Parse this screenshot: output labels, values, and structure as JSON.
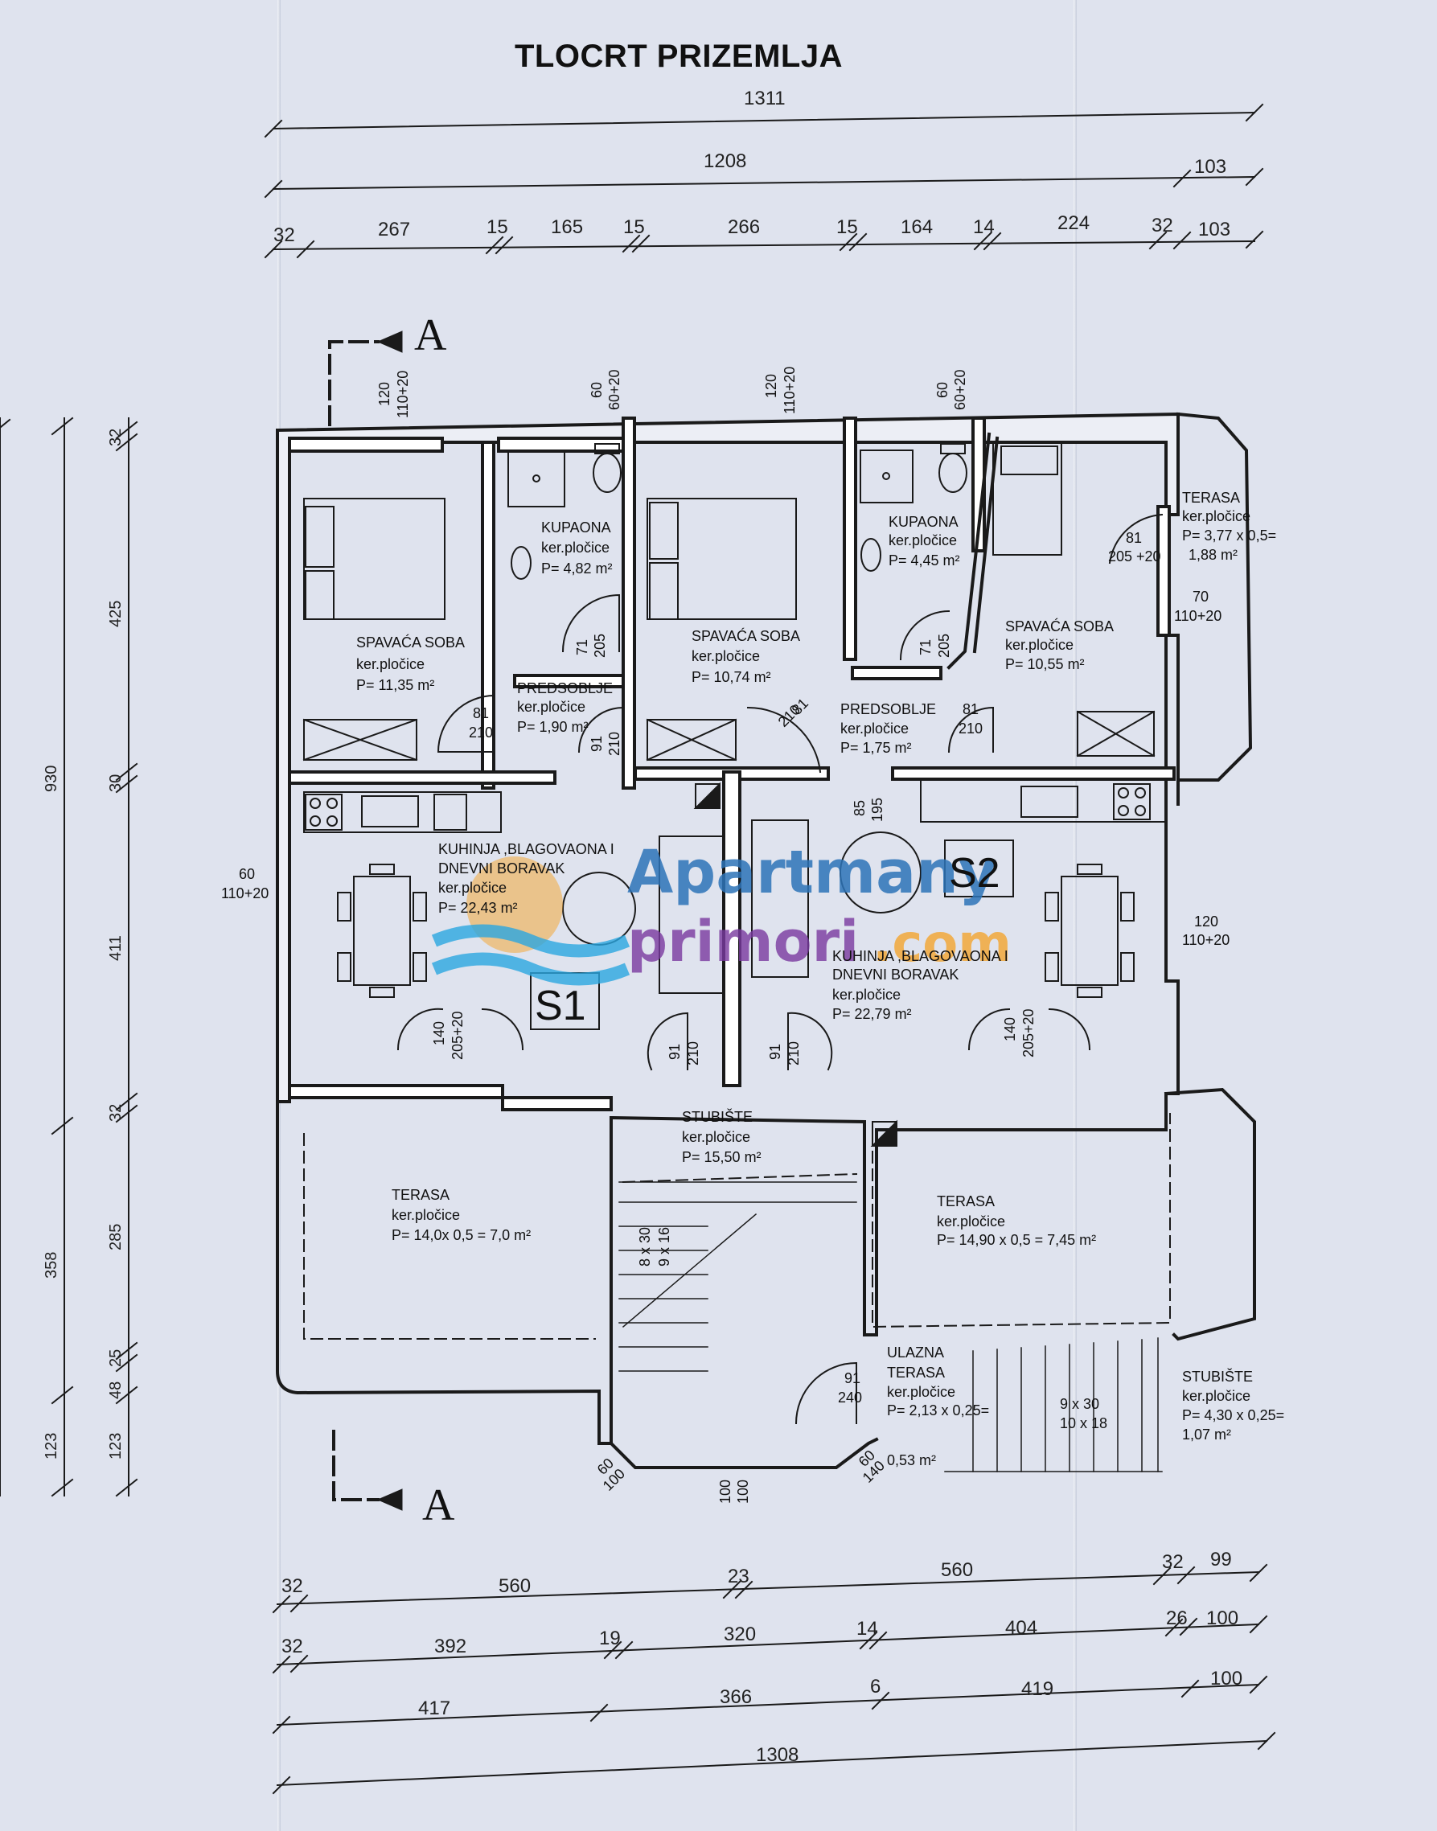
{
  "title": "TLOCRT PRIZEMLJA",
  "dims": {
    "top1": [
      "1311"
    ],
    "top2": [
      "1208",
      "103"
    ],
    "top3": [
      "32",
      "267",
      "15",
      "165",
      "15",
      "266",
      "15",
      "164",
      "14",
      "224",
      "32",
      "103"
    ],
    "left_outer": [
      "930",
      "358"
    ],
    "left_mid": [
      "32",
      "425",
      "30",
      "411",
      "32",
      "285",
      "25",
      "48",
      "123"
    ],
    "left_extra": [
      "123"
    ],
    "bot1": [
      "32",
      "560",
      "23",
      "560",
      "32",
      "99"
    ],
    "bot2": [
      "32",
      "392",
      "19",
      "320",
      "14",
      "404",
      "26",
      "100"
    ],
    "bot3": [
      "417",
      "366",
      "6",
      "419",
      "100"
    ],
    "bot4": [
      "1308"
    ]
  },
  "section_label": "A",
  "units": {
    "s1": "S1",
    "s2": "S2"
  },
  "rooms": [
    {
      "id": "spavaca-1",
      "lines": [
        "SPAVAĆA SOBA",
        "ker.pločice",
        "P= 11,35 m²"
      ]
    },
    {
      "id": "kupaona-1",
      "lines": [
        "KUPAONA",
        "ker.pločice",
        "P= 4,82 m²"
      ]
    },
    {
      "id": "predsoblje-1",
      "lines": [
        "PREDSOBLJE",
        "ker.pločice",
        "P= 1,90 m²"
      ]
    },
    {
      "id": "spavaca-2",
      "lines": [
        "SPAVAĆA SOBA",
        "ker.pločice",
        "P= 10,74 m²"
      ]
    },
    {
      "id": "kupaona-2",
      "lines": [
        "KUPAONA",
        "ker.pločice",
        "P= 4,45 m²"
      ]
    },
    {
      "id": "predsoblje-2",
      "lines": [
        "PREDSOBLJE",
        "ker.pločice",
        "P= 1,75 m²"
      ]
    },
    {
      "id": "spavaca-3",
      "lines": [
        "SPAVAĆA SOBA",
        "ker.pločice",
        "P= 10,55 m²"
      ]
    },
    {
      "id": "terasa-top",
      "lines": [
        "TERASA",
        "ker.pločice",
        "P= 3,77 x 0,5=",
        "1,88 m²"
      ]
    },
    {
      "id": "kuhinja-1",
      "lines": [
        "KUHINJA ,BLAGOVAONA I",
        "DNEVNI BORAVAK",
        "ker.pločice",
        "P= 22,43 m²"
      ]
    },
    {
      "id": "kuhinja-2",
      "lines": [
        "KUHINJA ,BLAGOVAONA I",
        "DNEVNI BORAVAK",
        "ker.pločice",
        "P= 22,79 m²"
      ]
    },
    {
      "id": "stubiste",
      "lines": [
        "STUBIŠTE",
        "ker.pločice",
        "P= 15,50 m²"
      ]
    },
    {
      "id": "terasa-1",
      "lines": [
        "TERASA",
        "ker.pločice",
        "P= 14,0x 0,5 = 7,0 m²"
      ]
    },
    {
      "id": "terasa-2",
      "lines": [
        "TERASA",
        "ker.pločice",
        "P= 14,90 x 0,5 = 7,45 m²"
      ]
    },
    {
      "id": "ulazna",
      "lines": [
        "ULAZNA",
        "TERASA",
        "ker.pločice",
        "P= 2,13 x 0,25=",
        "0,53 m²"
      ]
    },
    {
      "id": "stubiste-ext",
      "lines": [
        "STUBIŠTE",
        "ker.pločice",
        "P= 4,30 x 0,25=",
        "1,07 m²"
      ]
    }
  ],
  "openings": [
    {
      "id": "w1",
      "a": "120",
      "b": "110+20"
    },
    {
      "id": "w2",
      "a": "60",
      "b": "60+20"
    },
    {
      "id": "w3",
      "a": "120",
      "b": "110+20"
    },
    {
      "id": "w4",
      "a": "60",
      "b": "60+20"
    },
    {
      "id": "d1",
      "a": "81",
      "b": "210"
    },
    {
      "id": "d2",
      "a": "71",
      "b": "205"
    },
    {
      "id": "d3",
      "a": "91",
      "b": "210"
    },
    {
      "id": "d4",
      "a": "81",
      "b": "210"
    },
    {
      "id": "d5",
      "a": "71",
      "b": "205"
    },
    {
      "id": "d6",
      "a": "81",
      "b": "210"
    },
    {
      "id": "d7",
      "a": "81",
      "b": "205 +20"
    },
    {
      "id": "d8",
      "a": "70",
      "b": "110+20"
    },
    {
      "id": "w5",
      "a": "60",
      "b": "110+20"
    },
    {
      "id": "w6",
      "a": "120",
      "b": "110+20"
    },
    {
      "id": "d9",
      "a": "85",
      "b": "195"
    },
    {
      "id": "d10",
      "a": "140",
      "b": "205+20"
    },
    {
      "id": "d11",
      "a": "91",
      "b": "210"
    },
    {
      "id": "d12",
      "a": "91",
      "b": "210"
    },
    {
      "id": "d13",
      "a": "140",
      "b": "205+20"
    },
    {
      "id": "d14",
      "a": "91",
      "b": "240"
    },
    {
      "id": "w7",
      "a": "60",
      "b": "100"
    },
    {
      "id": "w8",
      "a": "100",
      "b": "100"
    },
    {
      "id": "w9",
      "a": "60",
      "b": "140"
    }
  ],
  "stairs": {
    "a": "8 x 30",
    "b": "9 x 16",
    "c": "9 x 30",
    "d": "10 x 18"
  },
  "watermark": {
    "line1": "Apartmany",
    "line2": "primori",
    "line3": ".com"
  }
}
